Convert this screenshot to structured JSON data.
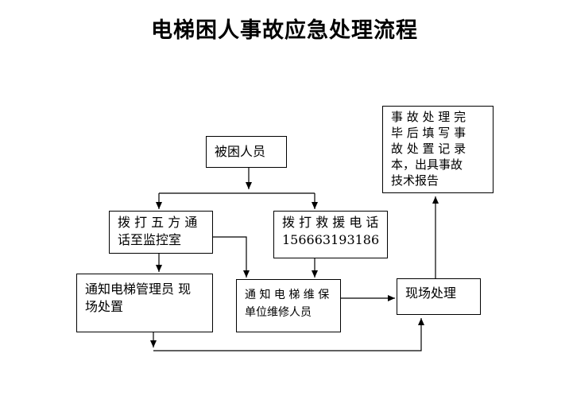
{
  "title": "电梯困人事故应急处理流程",
  "nodes": {
    "trapped": {
      "line1": "被困人员"
    },
    "call_control": {
      "line1": "拨 打 五 方 通",
      "line2": "话至监控室"
    },
    "call_rescue": {
      "line1": "拨 打 救 援 电 话",
      "line2": "156663193186"
    },
    "notify_manager": {
      "line1": "通知电梯管理员 现",
      "line2": "场处置"
    },
    "notify_maint": {
      "line1": "通 知 电 梯 维 保",
      "line2": "单位维修人员"
    },
    "onsite": {
      "line1": "现场处理"
    },
    "record": {
      "line1": "事 故 处 理 完",
      "line2": "毕 后 填 写 事",
      "line3": "故 处 置 记 录",
      "line4": "本，出具事故",
      "line5": "技术报告"
    }
  }
}
